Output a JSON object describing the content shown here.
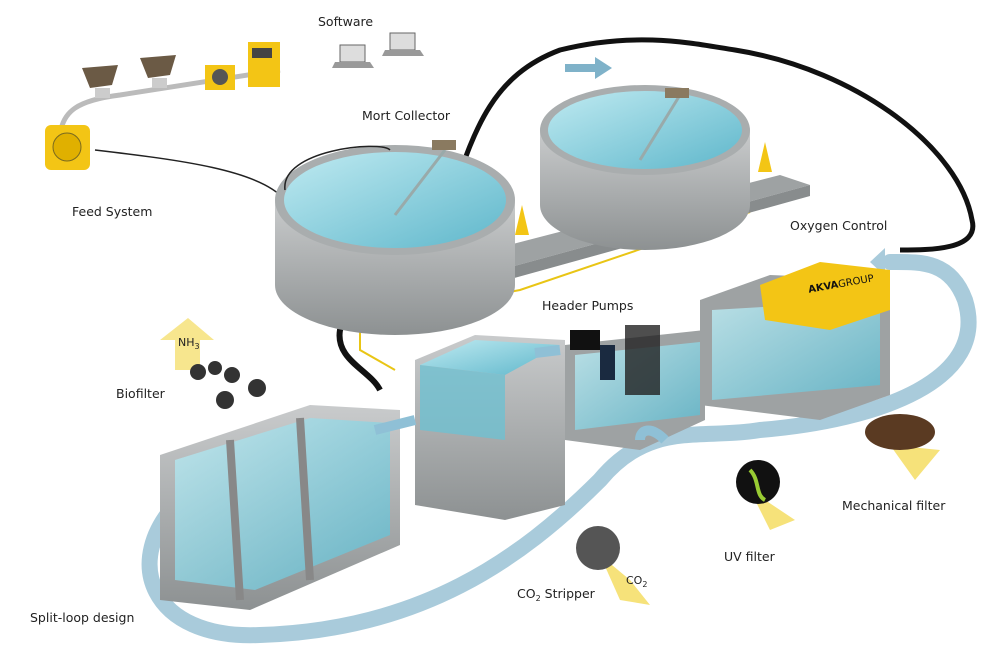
{
  "labels": {
    "software": "Software",
    "mort_collector": "Mort Collector",
    "feed_system": "Feed System",
    "oxygen_control": "Oxygen Control",
    "header_pumps": "Header Pumps",
    "biofilter": "Biofilter",
    "nh3_main": "NH",
    "nh3_sub": "3",
    "mechanical_filter": "Mechanical filter",
    "uv_filter": "UV filter",
    "co2_stripper_main": "CO",
    "co2_stripper_sub": "2",
    "co2_stripper_rest": " Stripper",
    "co2_main": "CO",
    "co2_sub": "2",
    "split_loop": "Split-loop design"
  },
  "logo": {
    "text_bold": "AKVA",
    "text_light": "GROUP"
  },
  "colors": {
    "water": "#8fd3e0",
    "concrete": "#b9bcbd",
    "loop_arrow": "#a9cbdb",
    "accent_yellow": "#f3c515",
    "pipe": "#111111",
    "callout_arrow": "#f6e27a"
  }
}
